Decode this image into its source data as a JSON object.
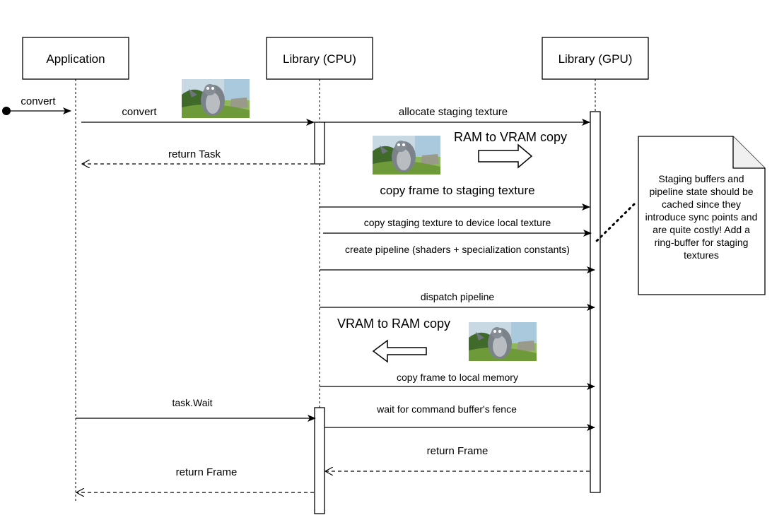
{
  "participants": {
    "application": "Application",
    "library_cpu": "Library (CPU)",
    "library_gpu": "Library (GPU)"
  },
  "messages": {
    "initial_convert": "convert",
    "convert": "convert",
    "allocate_staging": "allocate staging texture",
    "return_task": "return Task",
    "ram_to_vram": "RAM to VRAM copy",
    "copy_frame_staging": "copy frame to staging texture",
    "copy_staging_device": "copy staging texture to device local texture",
    "create_pipeline": "create pipeline (shaders + specialization constants)",
    "dispatch_pipeline": "dispatch pipeline",
    "vram_to_ram": "VRAM to RAM copy",
    "copy_frame_local": "copy frame to local memory",
    "task_wait": "task.Wait",
    "wait_fence": "wait for command buffer's fence",
    "return_frame_gpu": "return Frame",
    "return_frame_cpu": "return Frame"
  },
  "note": {
    "text": "Staging buffers and pipeline state should be cached since they introduce sync points and are quite costly! Add a ring-buffer for staging textures"
  },
  "images": {
    "frame_thumbnail": "video-frame-thumbnail"
  },
  "colors": {
    "line": "#000000",
    "background": "#ffffff"
  }
}
